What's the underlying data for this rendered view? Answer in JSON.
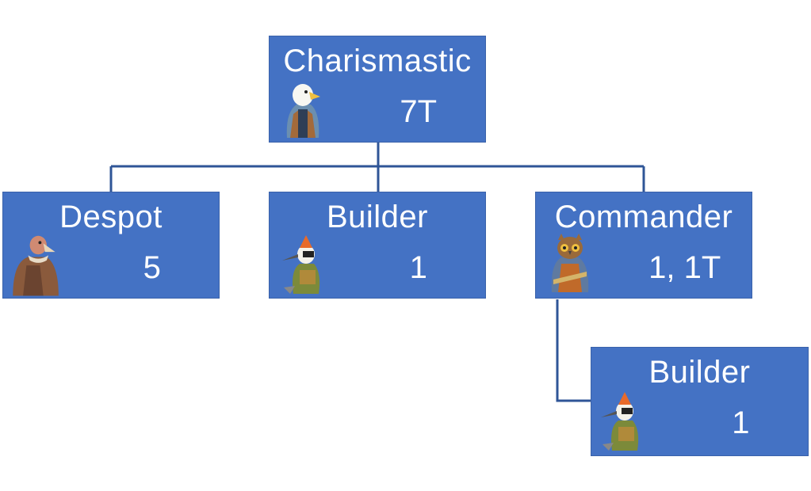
{
  "nodes": {
    "root": {
      "title": "Charismastic",
      "value": "7T",
      "icon": "eagle-icon"
    },
    "despot": {
      "title": "Despot",
      "value": "5",
      "icon": "vulture-icon"
    },
    "builder": {
      "title": "Builder",
      "value": "1",
      "icon": "woodpecker-icon"
    },
    "commander": {
      "title": "Commander",
      "value": "1, 1T",
      "icon": "owl-icon"
    },
    "builder_sub": {
      "title": "Builder",
      "value": "1",
      "icon": "woodpecker-icon"
    }
  },
  "colors": {
    "node_fill": "#4472c4",
    "connector": "#2f5597",
    "text": "#ffffff"
  }
}
